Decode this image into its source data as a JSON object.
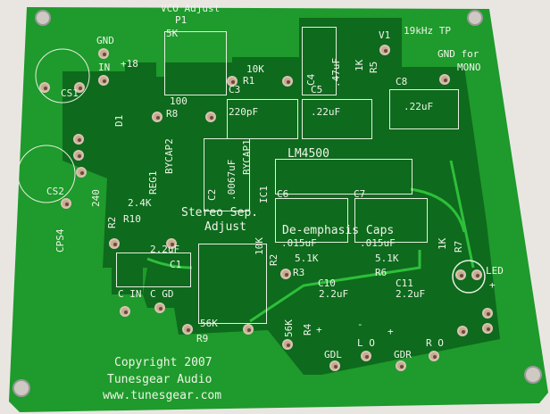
{
  "labels": {
    "vco_adjust": "VCO Adjust",
    "p1": "P1",
    "p1_value": "5K",
    "gnd": "GND",
    "in": "IN",
    "plus18": "+18",
    "cs1": "CS1",
    "cs2": "CS2",
    "r1_value": "10K",
    "r1": "R1",
    "c3": "C3",
    "c3_value": "220pF",
    "r8_value": "100",
    "r8": "R8",
    "c4": "C4",
    "c4_value": ".47uF",
    "r5_value": "1K",
    "r5": "R5",
    "v1": "V1",
    "tp": "19kHz TP",
    "gnd_for": "GND for",
    "mono": "MONO",
    "c5": "C5",
    "c5_value": ".22uF",
    "c8": "C8",
    "c8_value": ".22uF",
    "d1": "D1",
    "reg1": "REG1",
    "bycap2": "BYCAP2",
    "c2": "C2",
    "c2_value": ".0067uF",
    "bycap1": "BYCAP1",
    "ic1": "IC1",
    "lm4500": "LM4500",
    "c6": "C6",
    "c7": "C7",
    "cps4": "CPS4",
    "r240": "240",
    "r2a": "R2",
    "r10_value": "2.4K",
    "r10": "R10",
    "stereo_sep": "Stereo Sep.",
    "adjust": "Adjust",
    "deemph": "De-emphasis Caps",
    "r7_value": "1K",
    "r7": "R7",
    "c1_value": "2.2uF",
    "c1": "C1",
    "pot_value": "10K",
    "r2b": "R2",
    "c6_value": ".015uF",
    "r3_value": "5.1K",
    "r3": "R3",
    "c7_value": ".015uF",
    "r6_value": "5.1K",
    "r6": "R6",
    "led": "LED",
    "led_plus": "+",
    "c10": "C10",
    "c10_value": "2.2uF",
    "c11": "C11",
    "c11_value": "2.2uF",
    "c_in": "C IN",
    "c_gd": "C GD",
    "r9_value": "56K",
    "r9": "R9",
    "r4_value": "56K",
    "r4": "R4",
    "plus_a": "+",
    "minus_a": "-",
    "plus_b": "+",
    "gdl": "GDL",
    "lo": "L O",
    "gdr": "GDR",
    "ro": "R O",
    "copyright": "Copyright 2007",
    "company": "Tunesgear Audio",
    "url": "www.tunesgear.com"
  },
  "colors": {
    "board": "#1f9a2c",
    "copper_fill": "#0e6a1d",
    "silkscreen": "#eef5e8",
    "pad": "#c9a98f"
  }
}
